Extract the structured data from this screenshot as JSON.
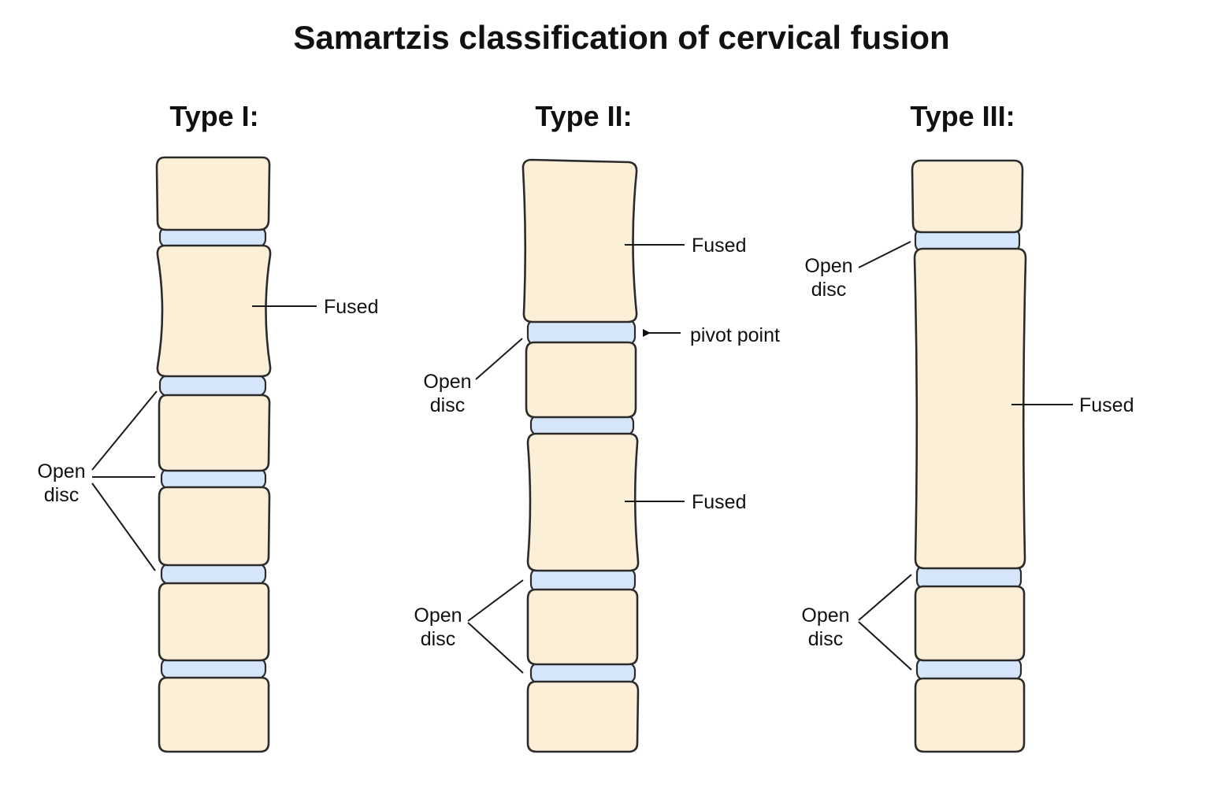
{
  "title": "Samartzis classification of cervical fusion",
  "colors": {
    "vertebra_fill": "#fbefd8",
    "disc_fill": "#d6e6fa",
    "outline": "#2b2b2b"
  },
  "types": [
    {
      "heading": "Type I:",
      "labels": {
        "fused": "Fused",
        "open_disc_line1": "Open",
        "open_disc_line2": "disc"
      }
    },
    {
      "heading": "Type II:",
      "labels": {
        "fused_top": "Fused",
        "pivot": "pivot point",
        "open_disc_upper_line1": "Open",
        "open_disc_upper_line2": "disc",
        "fused_mid": "Fused",
        "open_disc_lower_line1": "Open",
        "open_disc_lower_line2": "disc"
      }
    },
    {
      "heading": "Type III:",
      "labels": {
        "open_disc_top_line1": "Open",
        "open_disc_top_line2": "disc",
        "fused": "Fused",
        "open_disc_bottom_line1": "Open",
        "open_disc_bottom_line2": "disc"
      }
    }
  ]
}
